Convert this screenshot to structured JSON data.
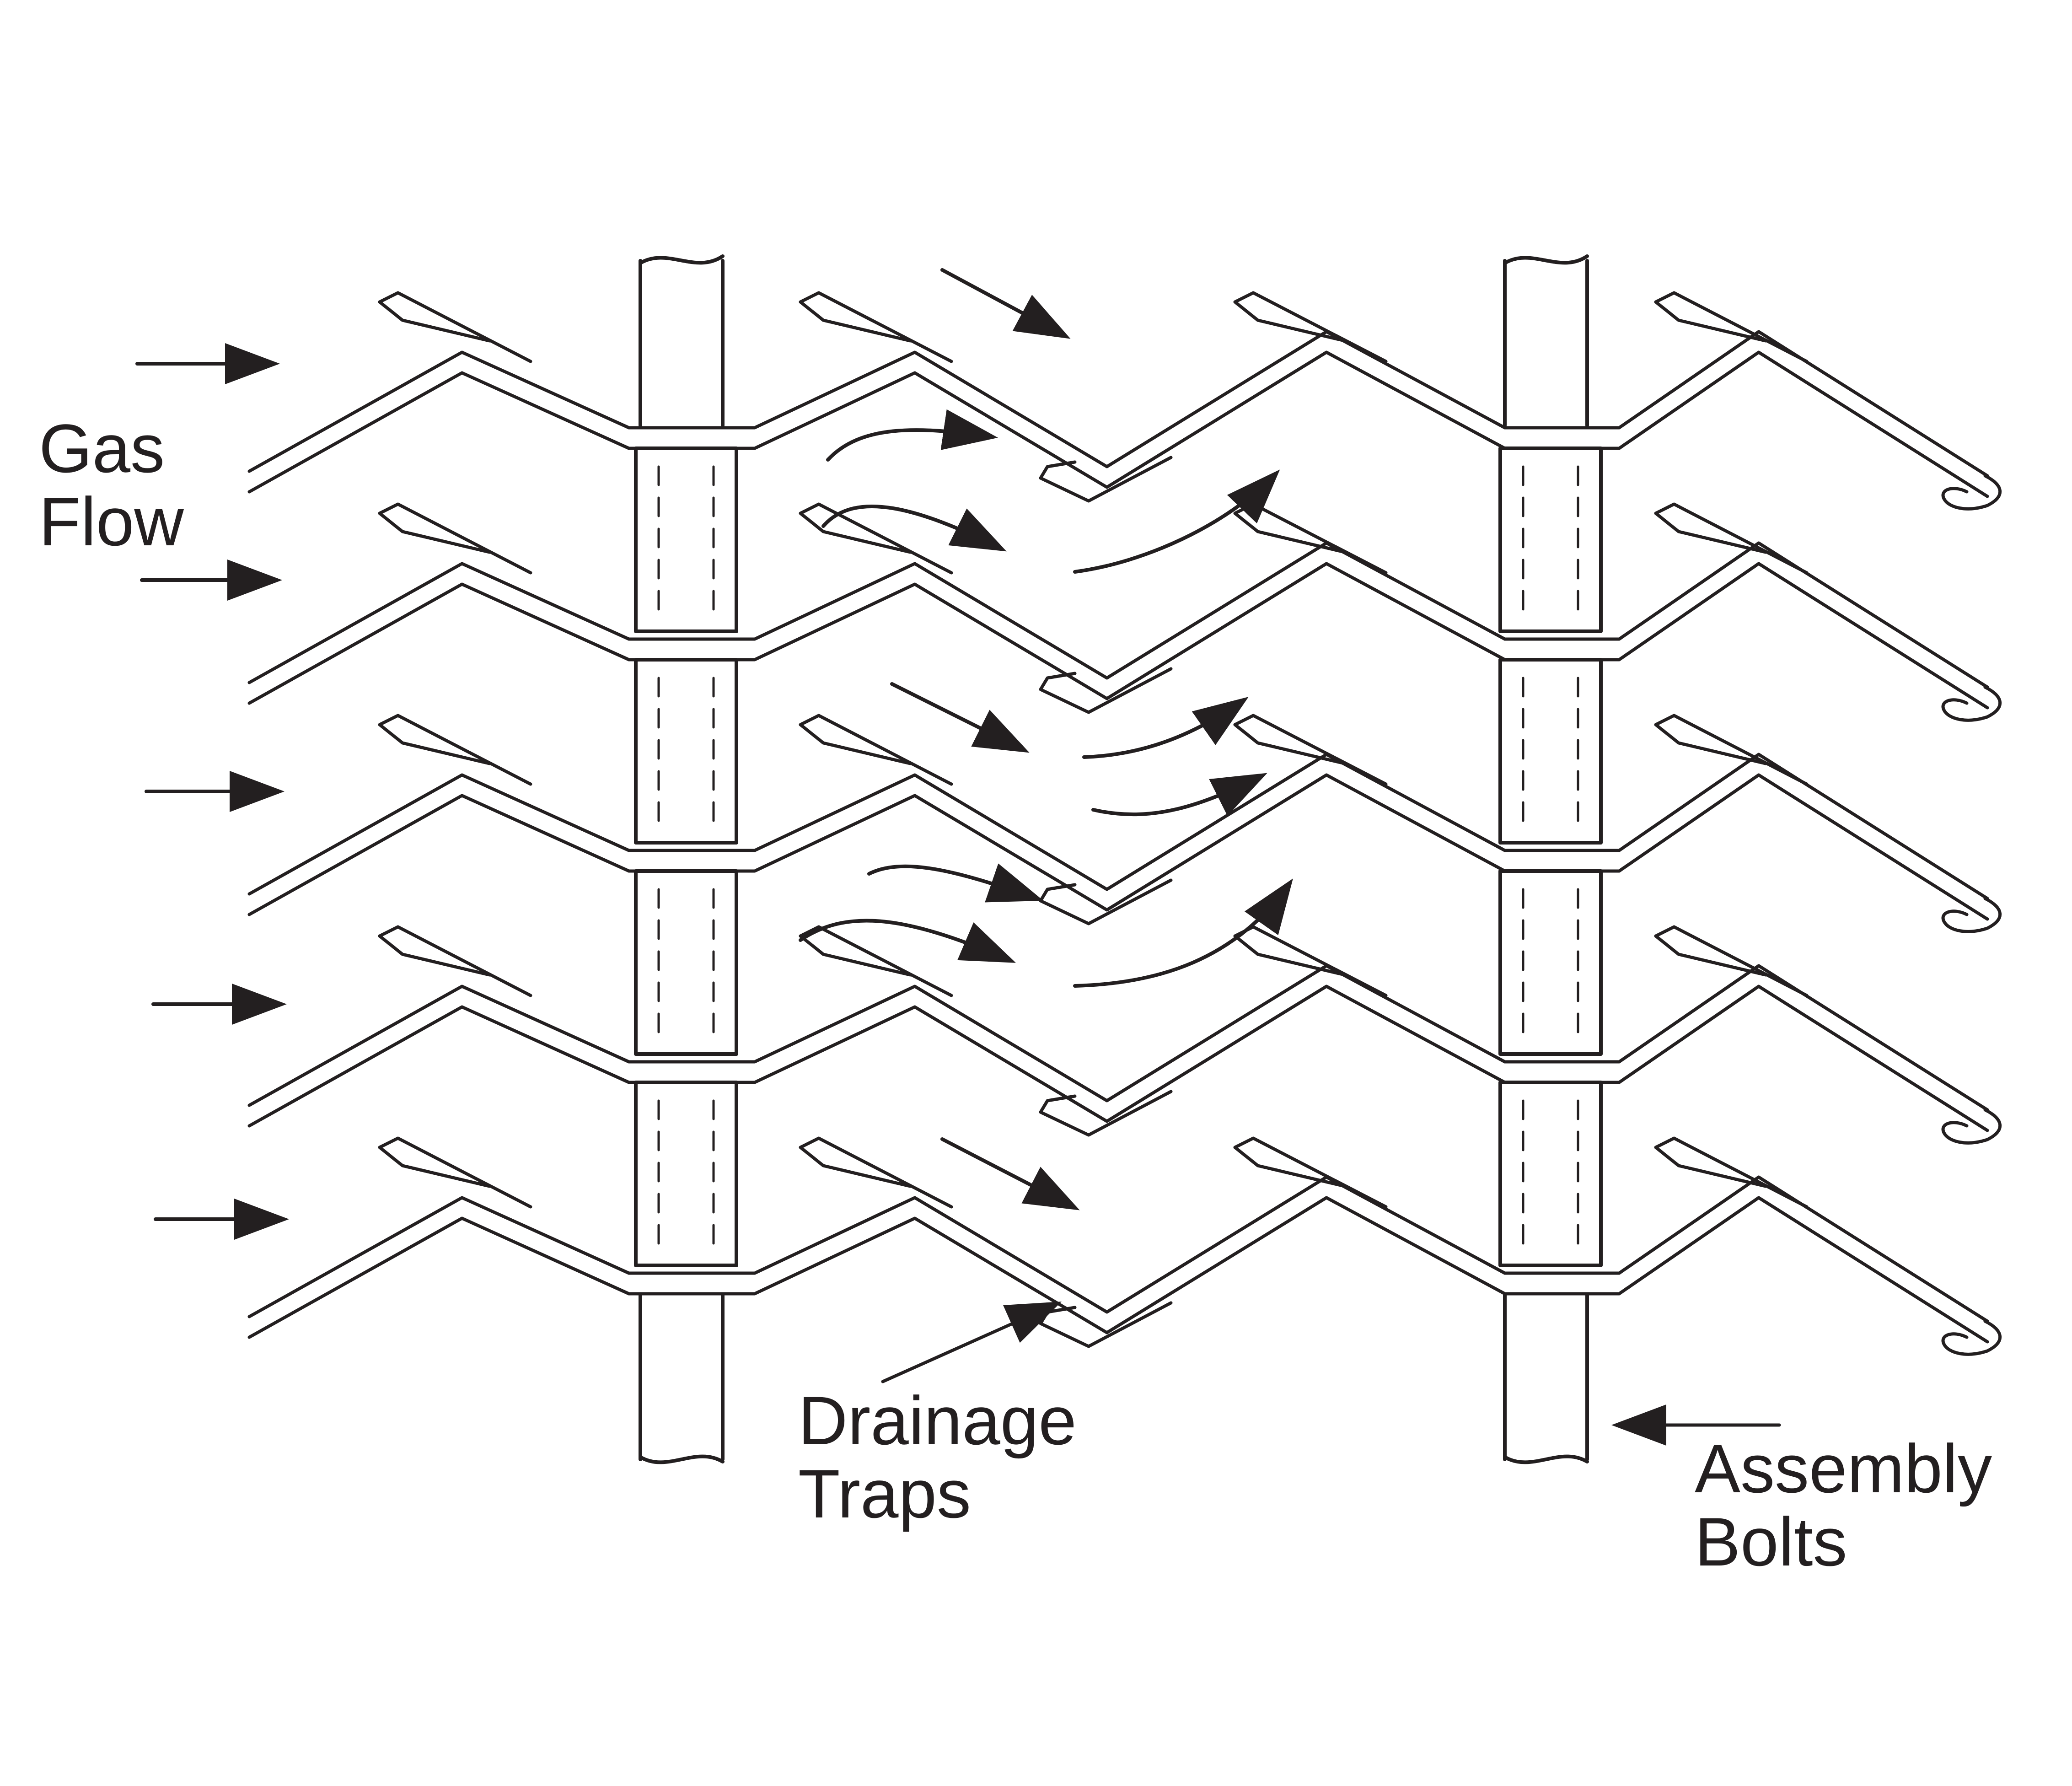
{
  "labels": {
    "gas_flow": [
      "Gas",
      "Flow"
    ],
    "drainage_traps": [
      "Drainage",
      "Traps"
    ],
    "assembly_bolts": [
      "Assembly",
      "Bolts"
    ]
  },
  "colors": {
    "ink": "#231f20",
    "paper": "#ffffff"
  },
  "structure": {
    "vane_rows": 5,
    "bolt_columns": 2,
    "spacer_sleeves_per_bolt": 4
  }
}
